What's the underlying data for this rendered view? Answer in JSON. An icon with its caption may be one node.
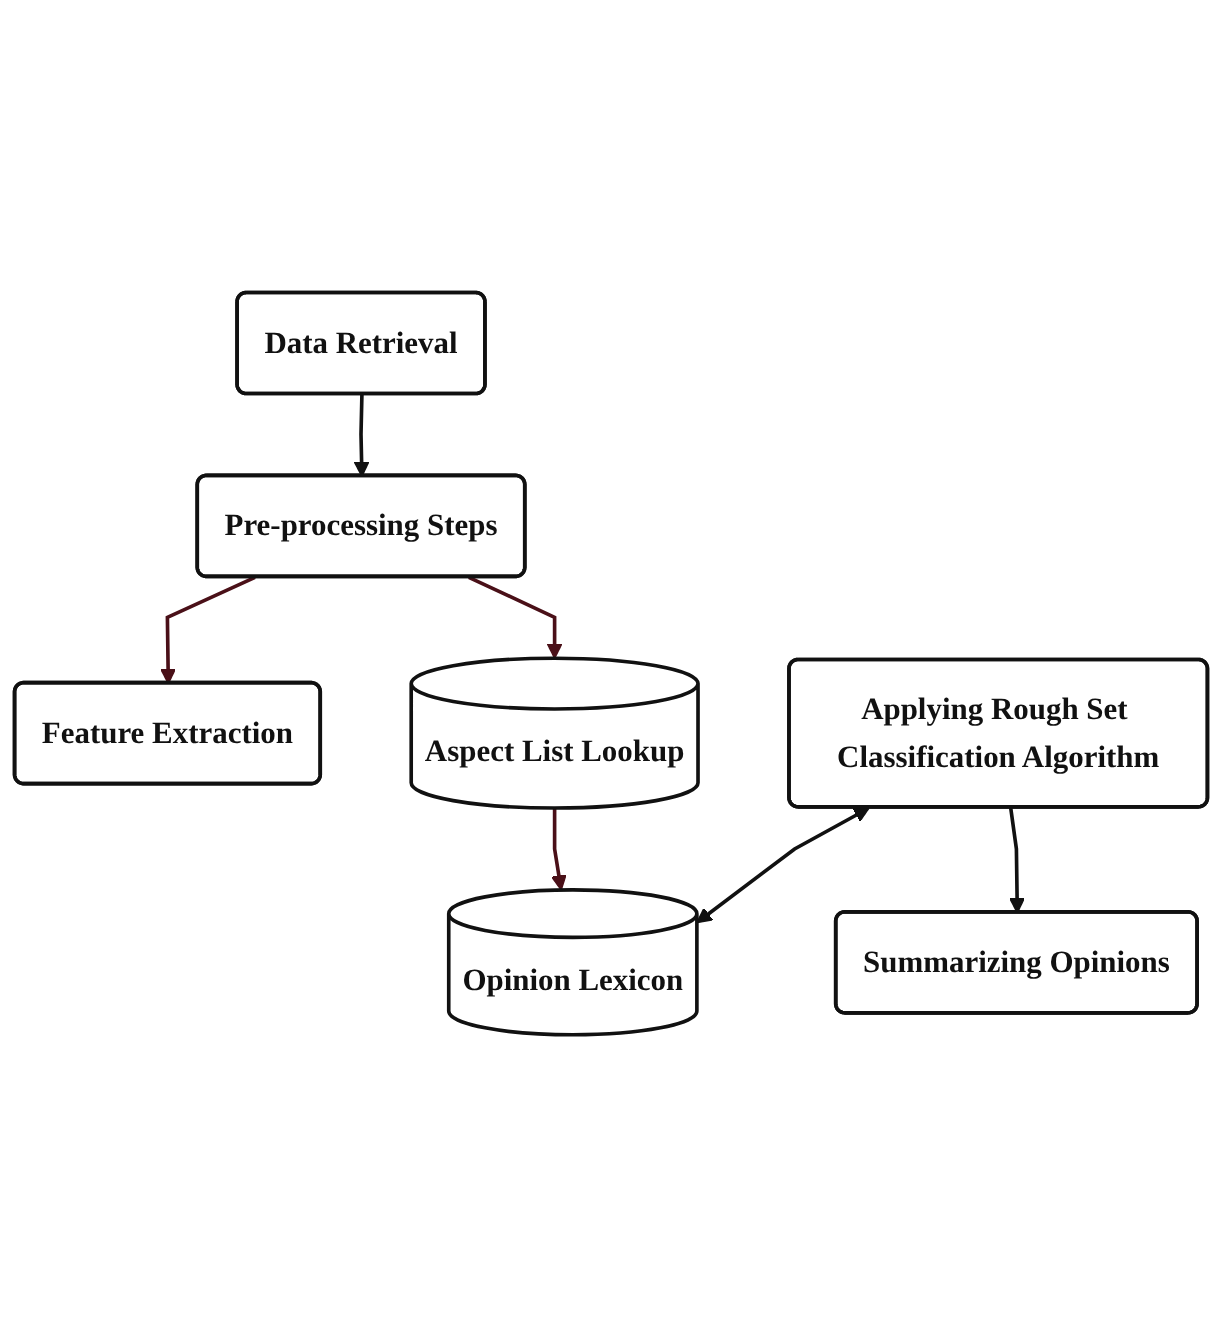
{
  "diagram": {
    "nodes": [
      {
        "text": [
          "Data Retrieval"
        ]
      },
      {
        "text": [
          "Pre-processing Steps"
        ]
      },
      {
        "text": [
          "Feature Extraction"
        ]
      },
      {
        "text": [
          "Aspect List Lookup"
        ]
      },
      {
        "text": [
          "Opinion Lexicon"
        ]
      },
      {
        "text": [
          "Applying Rough Set Classification Algorithm"
        ]
      },
      {
        "text": [
          "Summarizing Opinions"
        ]
      }
    ],
    "edges": [
      {
        "from": 0,
        "to": 1,
        "arrow": "to"
      },
      {
        "from": 1,
        "to": 2,
        "arrow": "to",
        "color": "#4a1018"
      },
      {
        "from": 1,
        "to": 3,
        "arrow": "to",
        "color": "#4a1018"
      },
      {
        "from": 3,
        "to": 4,
        "arrow": "to",
        "color": "#4a1018"
      },
      {
        "from": 5,
        "to": 4,
        "arrow": "both"
      },
      {
        "from": 5,
        "to": 6,
        "arrow": "to"
      }
    ]
  }
}
